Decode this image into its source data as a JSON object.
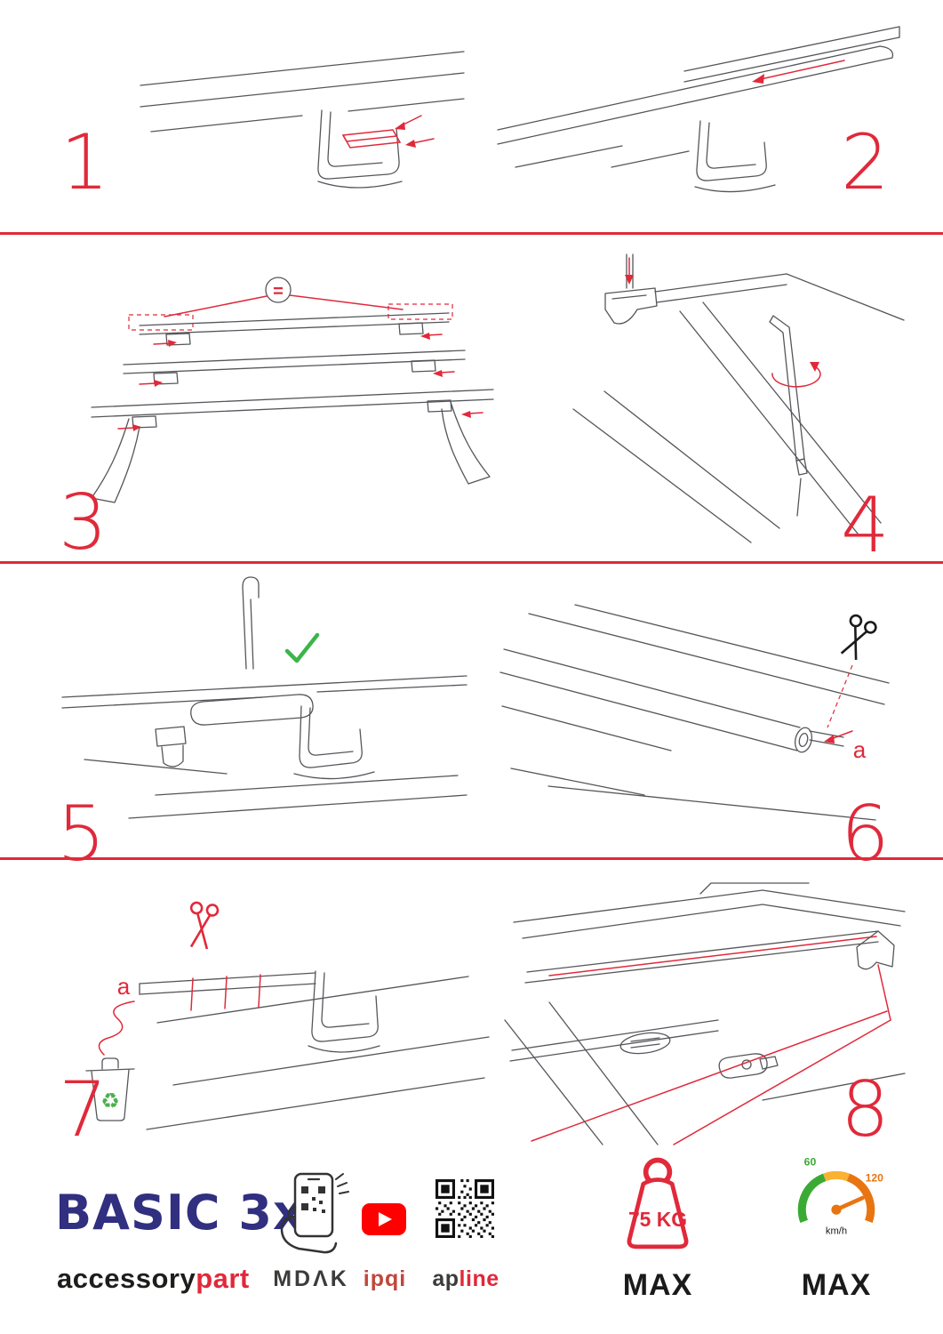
{
  "colors": {
    "accent_red": "#e0293a",
    "line_gray": "#55565a",
    "check_green": "#3bb54a",
    "recycle_green": "#4caf50",
    "brand_blue": "#312f80",
    "youtube_red": "#ff0000",
    "gauge_green": "#3aaa35",
    "gauge_yellow": "#f9b233",
    "gauge_orange": "#e87511"
  },
  "icons": {
    "recycle_glyph": "♻"
  },
  "steps": [
    {
      "number": "1"
    },
    {
      "number": "2"
    },
    {
      "number": "3",
      "equals_label": "="
    },
    {
      "number": "4"
    },
    {
      "number": "5"
    },
    {
      "number": "6",
      "cut_label": "a"
    },
    {
      "number": "7",
      "cut_label": "a"
    },
    {
      "number": "8"
    }
  ],
  "footer": {
    "product_name": "BASIC 3x",
    "brand_part1": "accessory",
    "brand_part2": "part",
    "partner_mdak": "MDΛK",
    "partner_ipqi": "ipqi",
    "partner_apline_part1": "ap",
    "partner_apline_part2": "line",
    "weight_value": "75 KG",
    "weight_max_label": "MAX",
    "speed_max_label": "MAX",
    "speed_tick_low": "60",
    "speed_tick_high": "120",
    "speed_unit": "km/h"
  }
}
